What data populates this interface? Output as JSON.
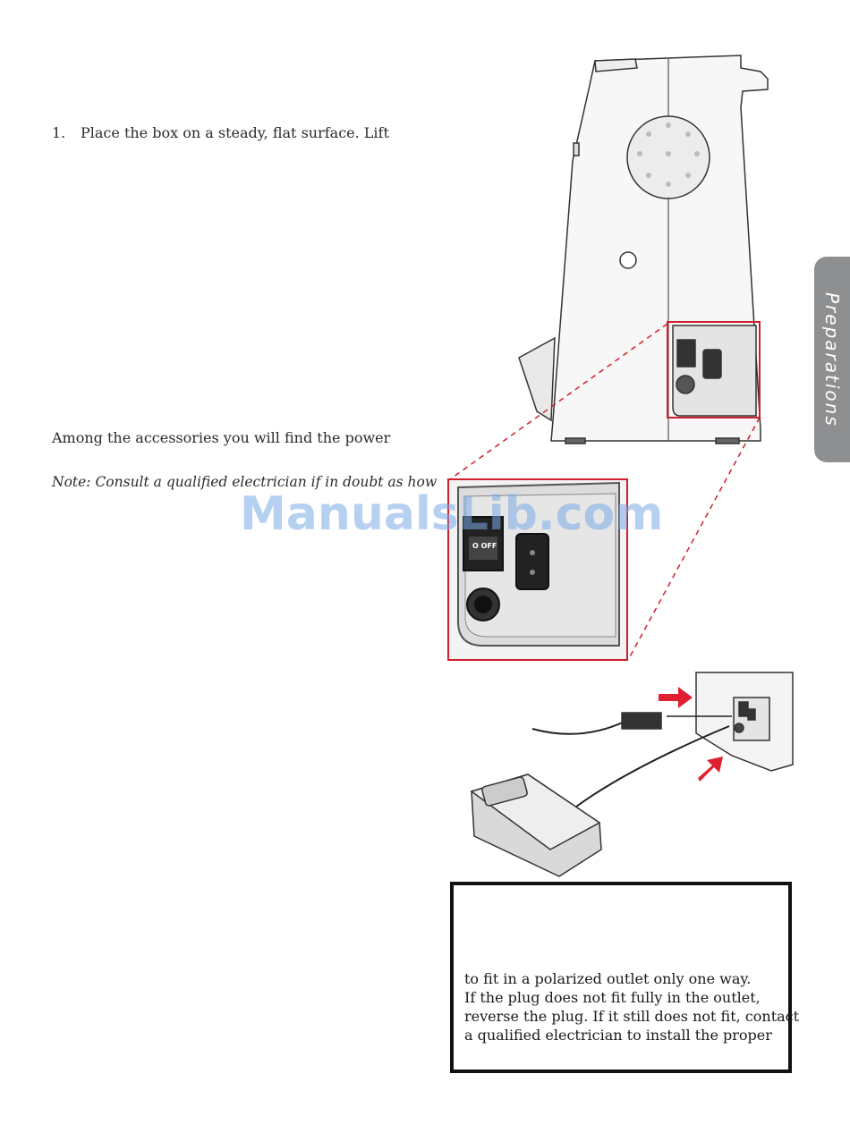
{
  "steps": {
    "step1_number": "1.",
    "step1_text": "Place the box on a steady, flat surface. Lift"
  },
  "accessories_text": "Among the accessories you will find the power",
  "note_text": "Note: Consult a qualified electrician if in doubt as how",
  "side_tab_label": "Preparations",
  "watermark": "ManualsLib.com",
  "switch_label": "O OFF",
  "warning_box": {
    "lines": [
      "to fit in a polarized outlet only one way.",
      "If the plug does not fit fully in the outlet,",
      "reverse the plug. If it still does not fit, contact",
      "a qualified electrician to install the proper"
    ]
  },
  "colors": {
    "highlight_red": "#d0202f",
    "tab_gray": "#8e8f91",
    "arrow_red": "#e02030"
  }
}
